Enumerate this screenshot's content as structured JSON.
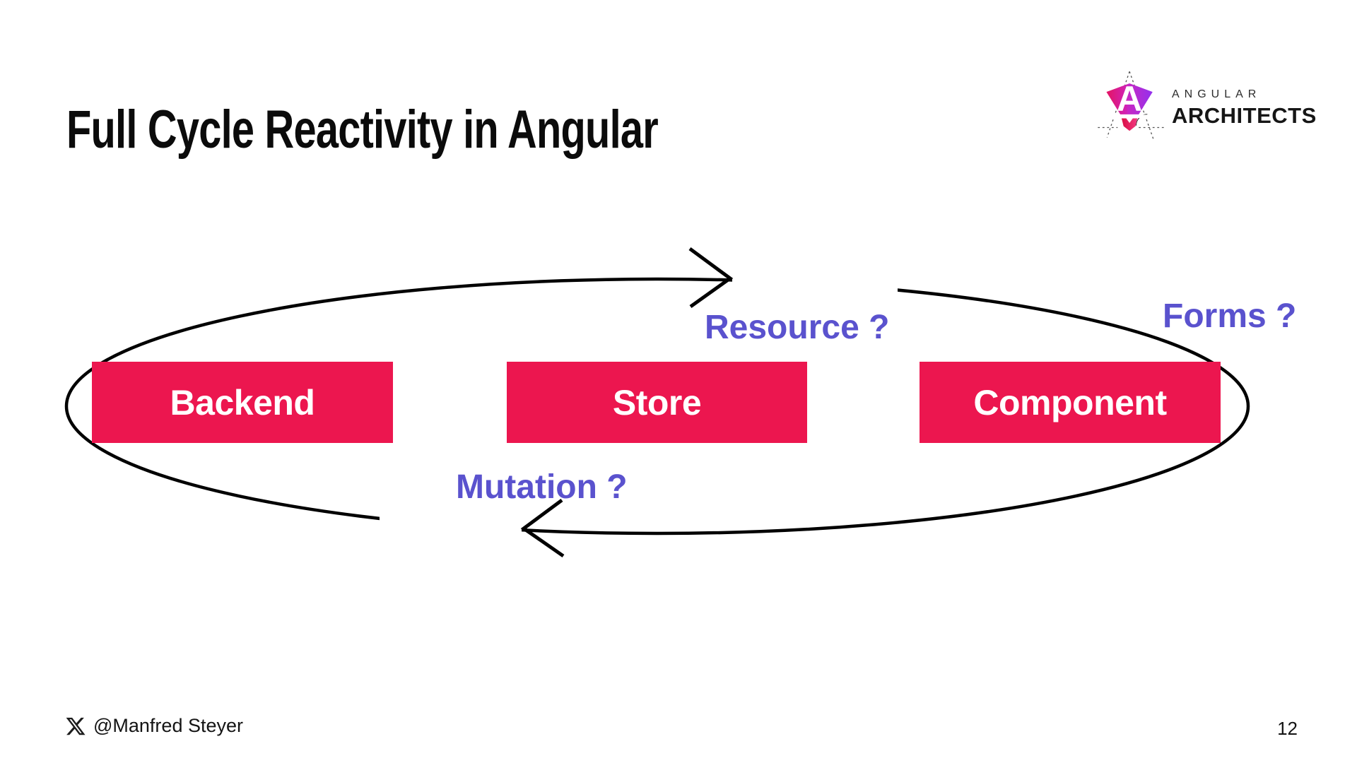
{
  "slide": {
    "title": "Full Cycle Reactivity in Angular",
    "footer_handle": "@Manfred Steyer",
    "page_number": "12"
  },
  "logo": {
    "brand_top": "ANGULAR",
    "brand_bottom": "ARCHITECTS",
    "mark_letter": "A"
  },
  "diagram": {
    "boxes": [
      {
        "id": "backend",
        "label": "Backend"
      },
      {
        "id": "store",
        "label": "Store"
      },
      {
        "id": "component",
        "label": "Component"
      }
    ],
    "labels": [
      {
        "id": "resource",
        "text": "Resource ?"
      },
      {
        "id": "forms",
        "text": "Forms ?"
      },
      {
        "id": "mutation",
        "text": "Mutation ?"
      }
    ],
    "flow": [
      "Backend -> top arc -> right arrow (Resource ?)",
      "Component -> bottom arc -> left arrow (Mutation ?)"
    ],
    "colors": {
      "box_fill": "#EC164F",
      "box_text": "#FFFFFF",
      "question_label": "#5A52CE",
      "arrow": "#000000"
    }
  }
}
